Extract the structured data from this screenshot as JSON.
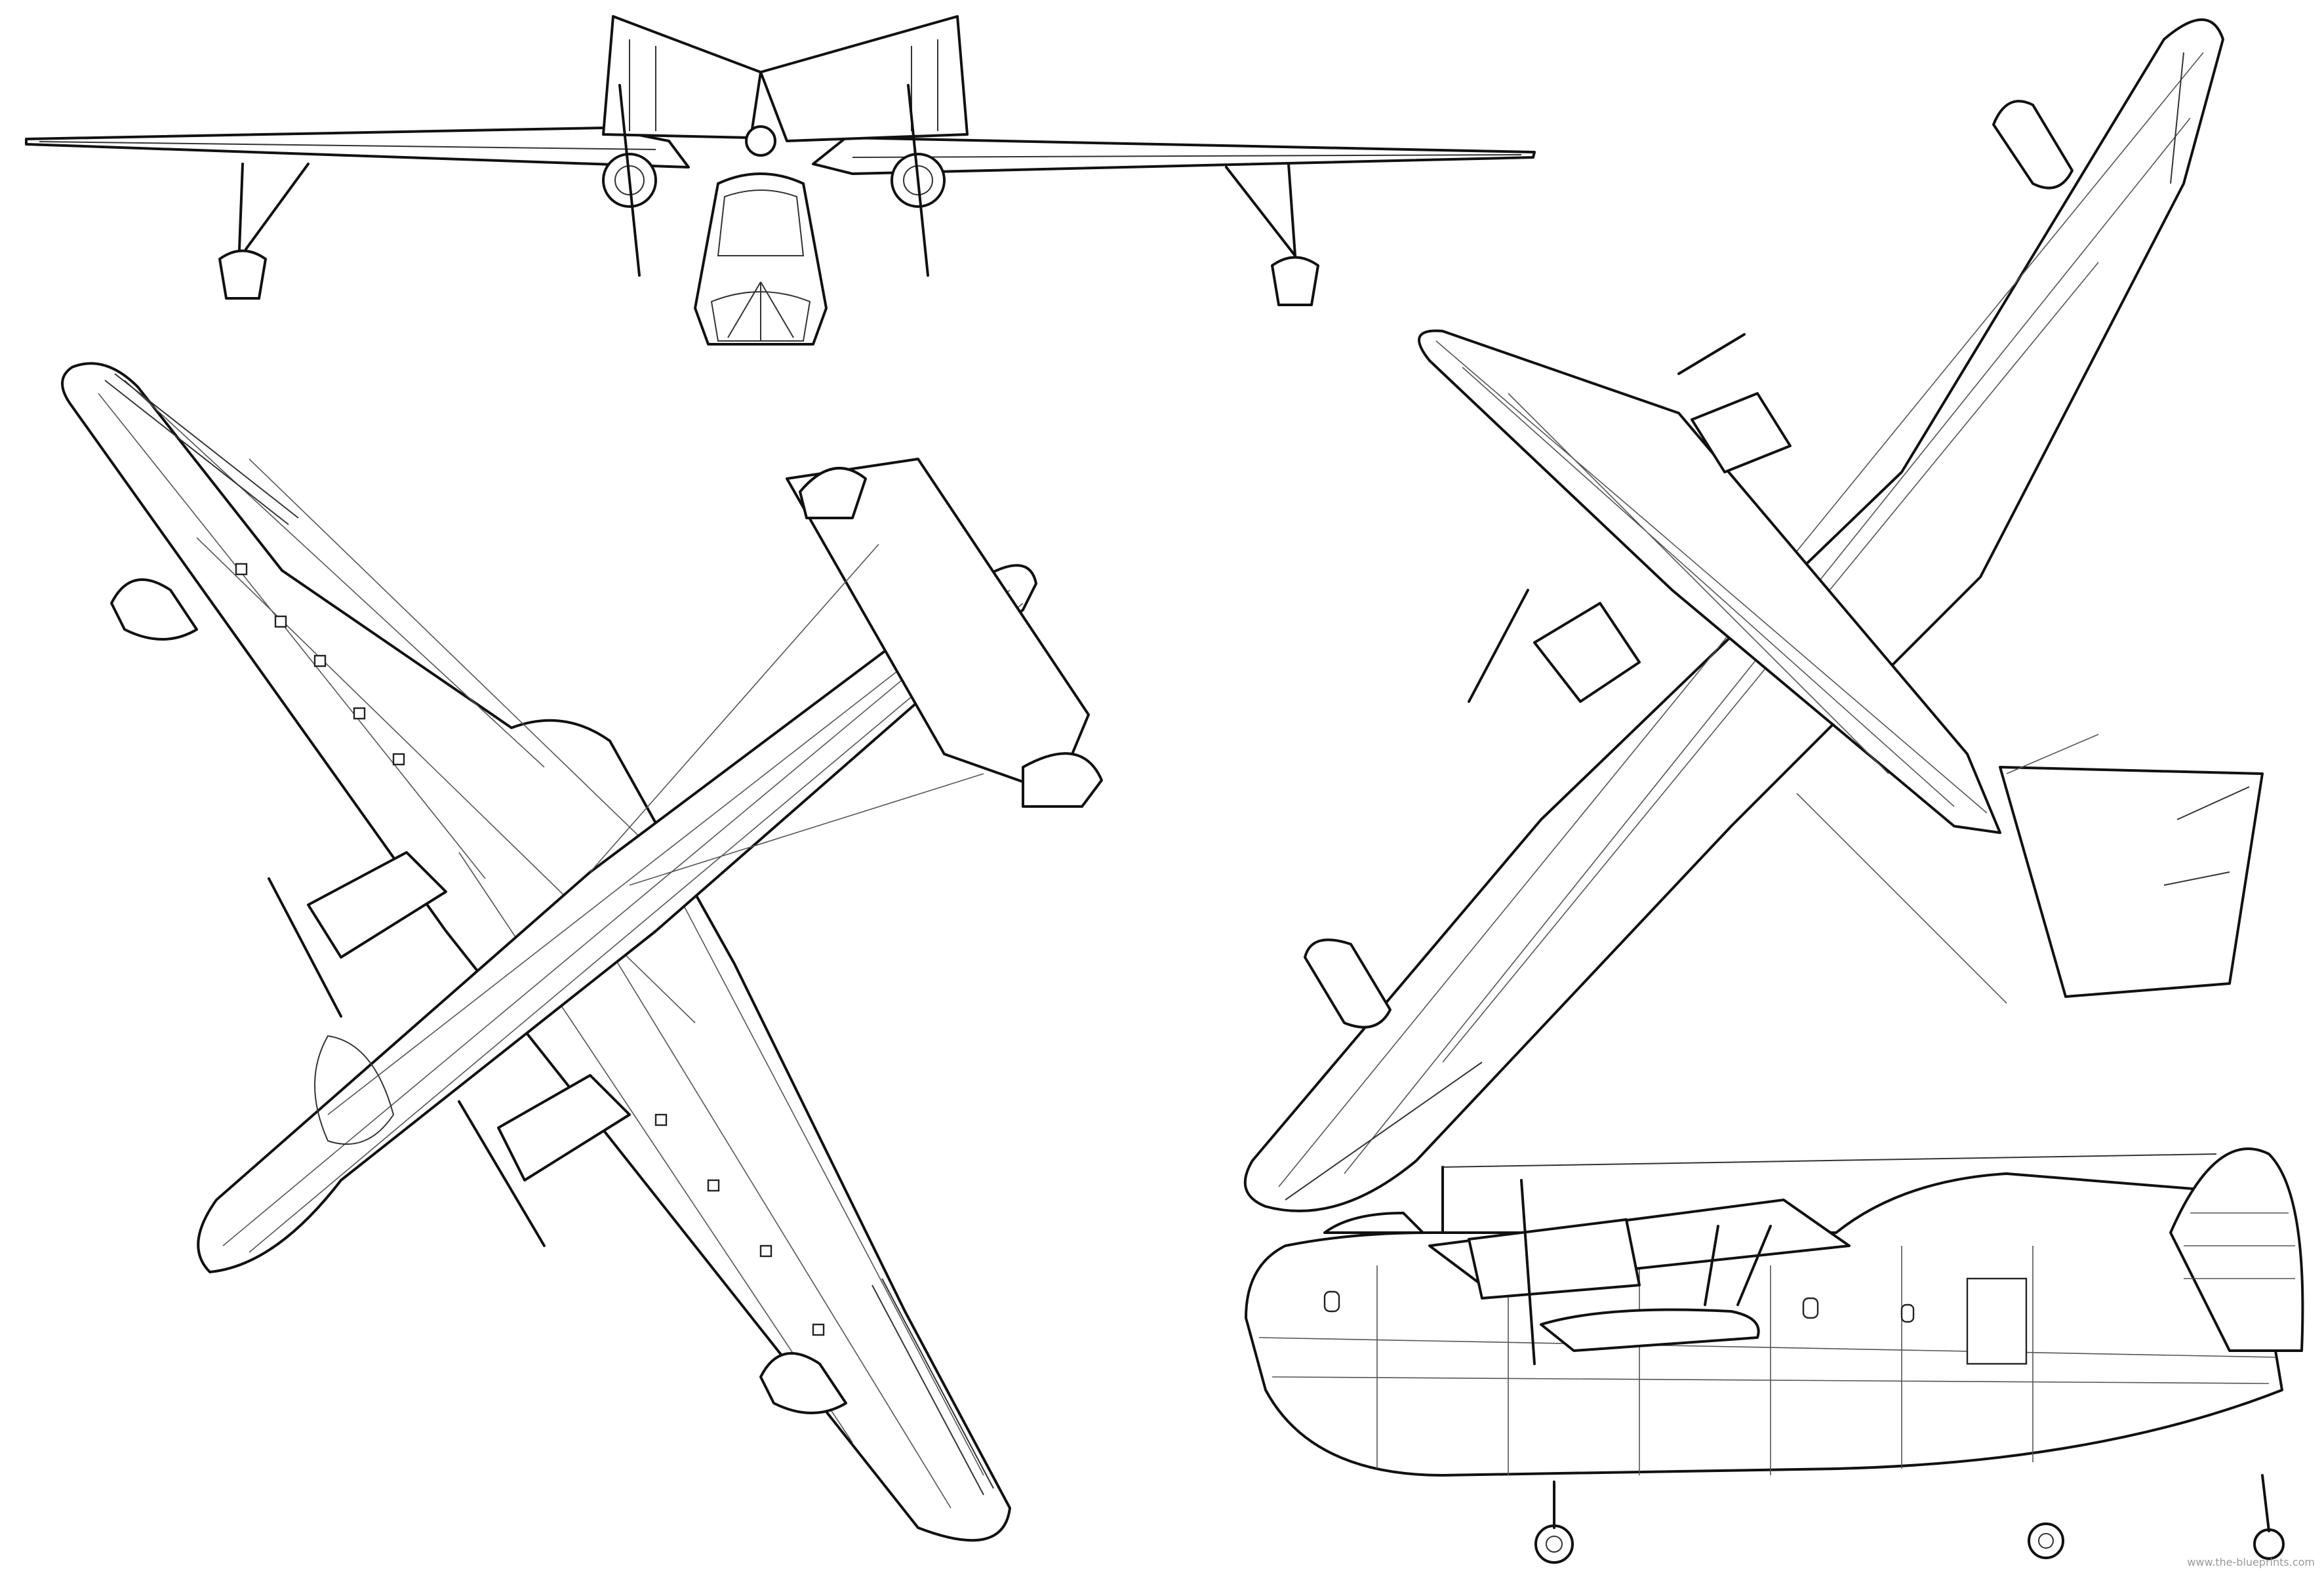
{
  "title": "",
  "watermark": "www.the-blueprints.com",
  "views": {
    "front": "front-view",
    "top": "top-view",
    "bottom": "bottom-view",
    "side": "side-view"
  },
  "colors": {
    "line": "#111111",
    "background": "#ffffff"
  }
}
